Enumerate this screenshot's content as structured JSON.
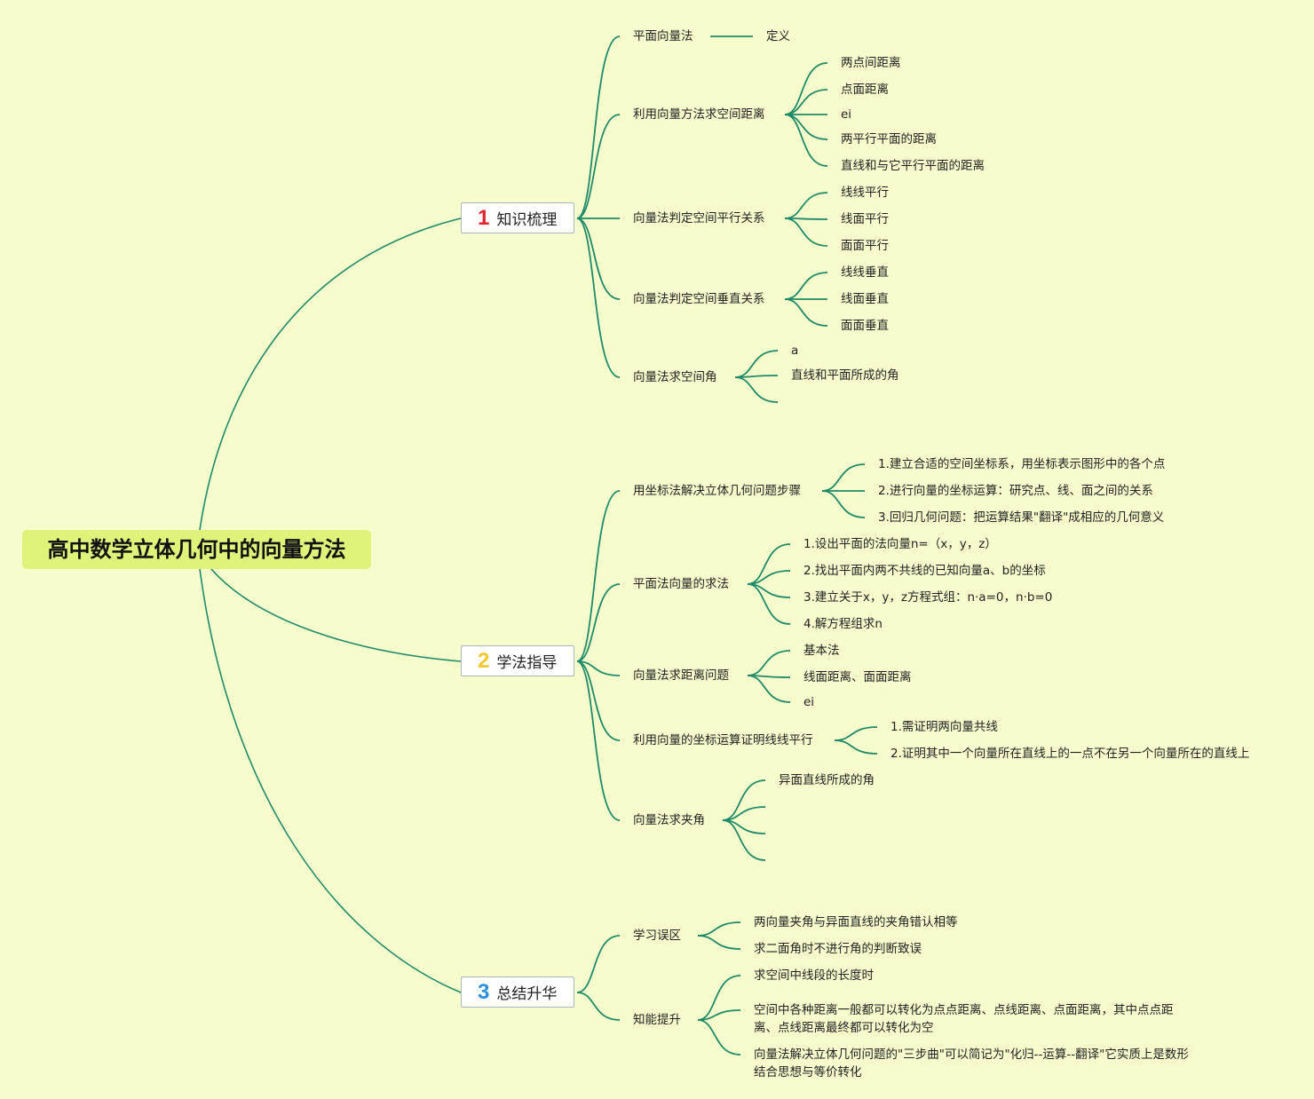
{
  "root": {
    "title": "高中数学立体几何中的向量方法"
  },
  "colors": {
    "line": "#1f8a68",
    "root_bg": "#dff27a",
    "bg": "#f7fccd",
    "num1": "#e0222c",
    "num2": "#f2c82e",
    "num3": "#2a8fdc"
  },
  "sections": [
    {
      "num": "1",
      "label": "知识梳理",
      "topics": [
        {
          "label": "平面向量法",
          "items": [
            "定义"
          ]
        },
        {
          "label": "利用向量方法求空间距离",
          "items": [
            "两点间距离",
            "点面距离",
            "ei",
            "两平行平面的距离",
            "直线和与它平行平面的距离"
          ]
        },
        {
          "label": "向量法判定空间平行关系",
          "items": [
            "线线平行",
            "线面平行",
            "面面平行"
          ]
        },
        {
          "label": "向量法判定空间垂直关系",
          "items": [
            "线线垂直",
            "线面垂直",
            "面面垂直"
          ]
        },
        {
          "label": "向量法求空间角",
          "items": [
            "a",
            "直线和平面所成的角"
          ]
        }
      ]
    },
    {
      "num": "2",
      "label": "学法指导",
      "topics": [
        {
          "label": "用坐标法解决立体几何问题步骤",
          "items": [
            "1.建立合适的空间坐标系，用坐标表示图形中的各个点",
            "2.进行向量的坐标运算：研究点、线、面之间的关系",
            "3.回归几何问题：把运算结果\"翻译\"成相应的几何意义"
          ]
        },
        {
          "label": "平面法向量的求法",
          "items": [
            "1.设出平面的法向量n=（x，y，z）",
            "2.找出平面内两不共线的已知向量a、b的坐标",
            "3.建立关于x，y，z方程式组：n·a=0，n·b=0",
            "4.解方程组求n"
          ]
        },
        {
          "label": "向量法求距离问题",
          "items": [
            "基本法",
            "线面距离、面面距离",
            "ei"
          ]
        },
        {
          "label": "利用向量的坐标运算证明线线平行",
          "items": [
            "1.需证明两向量共线",
            "2.证明其中一个向量所在直线上的一点不在另一个向量所在的直线上"
          ]
        },
        {
          "label": "向量法求夹角",
          "items": [
            "异面直线所成的角"
          ]
        }
      ]
    },
    {
      "num": "3",
      "label": "总结升华",
      "topics": [
        {
          "label": "学习误区",
          "items": [
            "两向量夹角与异面直线的夹角错认相等",
            "求二面角时不进行角的判断致误"
          ]
        },
        {
          "label": "知能提升",
          "items": [
            "求空间中线段的长度时",
            "空间中各种距离一般都可以转化为点点距离、点线距离、点面距离，其中点点距离、点线距离最终都可以转化为空",
            "向量法解决立体几何问题的\"三步曲\"可以简记为\"化归--运算--翻译\"它实质上是数形结合思想与等价转化"
          ]
        }
      ]
    }
  ]
}
